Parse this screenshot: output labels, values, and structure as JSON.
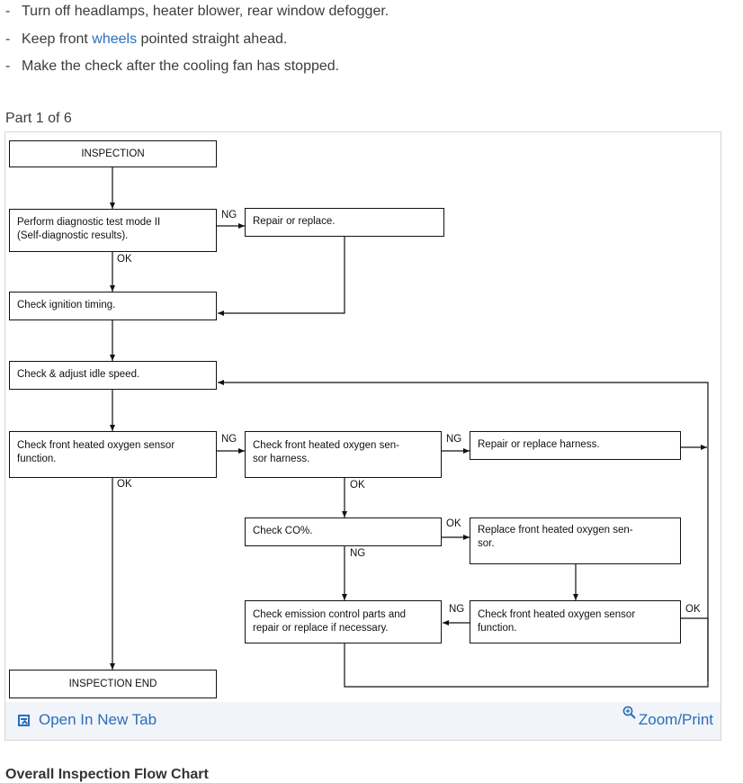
{
  "notes": [
    {
      "dash": "-",
      "text": "Turn off headlamps, heater blower, rear window defogger."
    },
    {
      "dash": "-",
      "pre": "Keep front ",
      "link": "wheels",
      "post": " pointed straight ahead."
    },
    {
      "dash": "-",
      "text": "Make the check after the cooling fan has stopped."
    }
  ],
  "part_label": "Part 1 of 6",
  "flowchart": {
    "steps": {
      "inspection": "INSPECTION",
      "diag_test_1": "Perform diagnostic test mode II",
      "diag_test_2": "(Self-diagnostic results).",
      "repair_replace": "Repair or replace.",
      "ignition_timing": "Check ignition timing.",
      "idle_speed": "Check & adjust idle speed.",
      "o2_function_1": "Check front heated oxygen sensor",
      "o2_function_2": "function.",
      "o2_harness_1": "Check front heated oxygen sen-",
      "o2_harness_2": "sor harness.",
      "repair_harness": "Repair or replace harness.",
      "co_check": "Check CO%.",
      "replace_o2_1": "Replace front heated oxygen sen-",
      "replace_o2_2": "sor.",
      "emission_1": "Check emission control parts and",
      "emission_2": "repair or replace if necessary.",
      "o2_recheck_1": "Check front heated oxygen sensor",
      "o2_recheck_2": "function.",
      "inspection_end": "INSPECTION END"
    },
    "labels": {
      "ng": "NG",
      "ok": "OK"
    }
  },
  "footer": {
    "open_tab": "Open In New Tab",
    "zoom_print": "Zoom/Print"
  },
  "next_heading": "Overall Inspection Flow Chart"
}
